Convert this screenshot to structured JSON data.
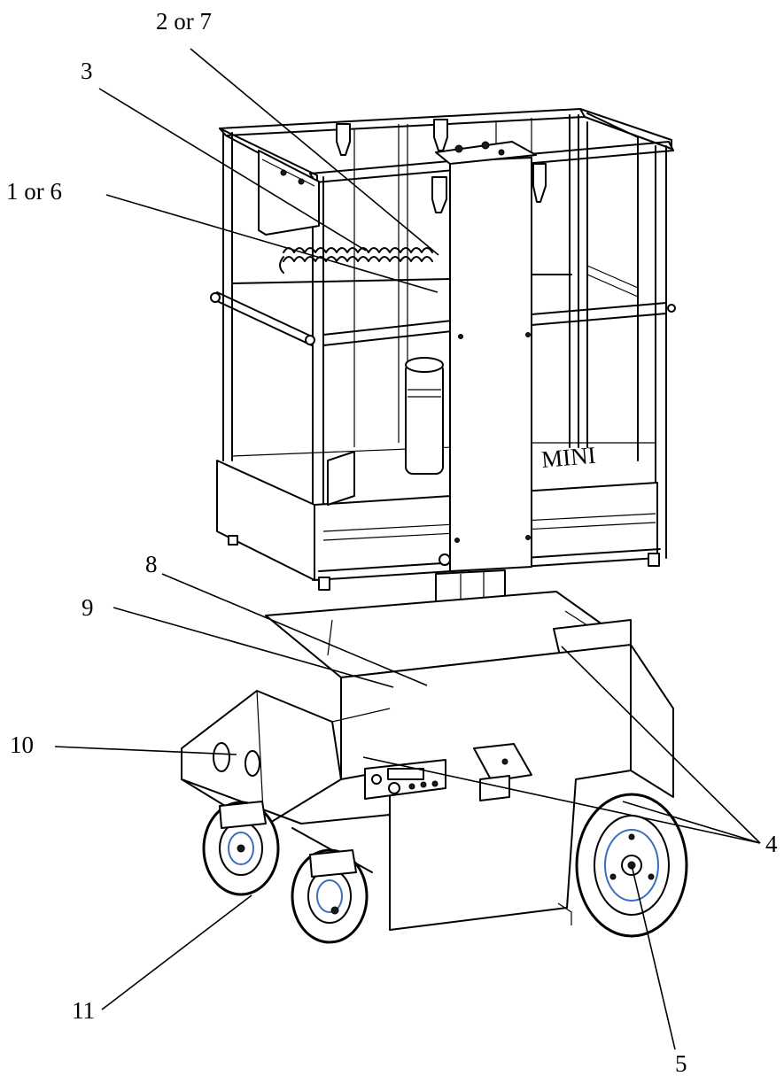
{
  "callouts": {
    "c1": "1 or 6",
    "c2": "2 or 7",
    "c3": "3",
    "c4": "4",
    "c5": "5",
    "c8": "8",
    "c9": "9",
    "c10": "10",
    "c11": "11"
  },
  "placard_text": "MINI"
}
